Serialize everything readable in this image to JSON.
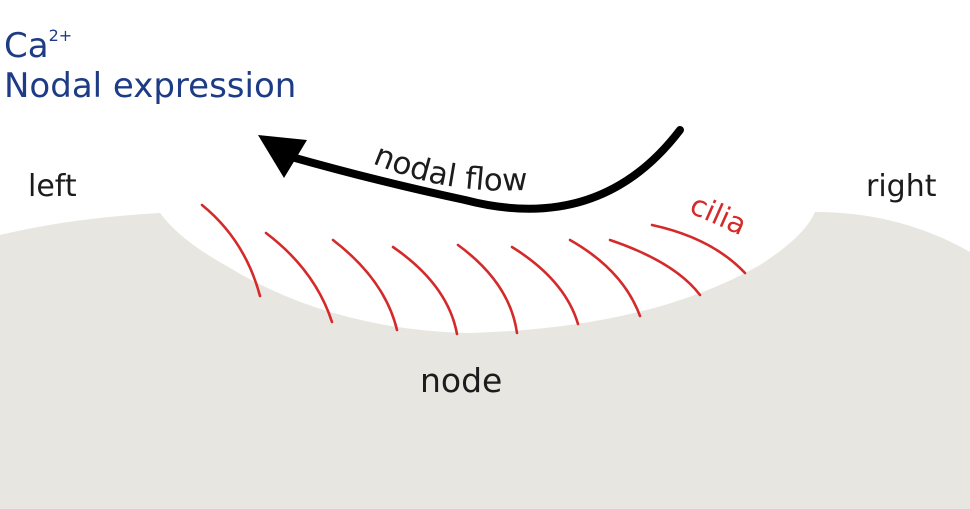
{
  "labels": {
    "ion": "Ca",
    "ion_charge": "2+",
    "expression": "Nodal expression",
    "left": "left",
    "right": "right",
    "flow": "nodal flow",
    "cilia": "cilia",
    "node": "node"
  },
  "colors": {
    "tissue": "#e8e6e1",
    "cilia": "#d42a2a",
    "arrow": "#000000",
    "text_blue": "#1e3b86",
    "text_dark": "#1c1c1c"
  },
  "cilia_count": 9
}
